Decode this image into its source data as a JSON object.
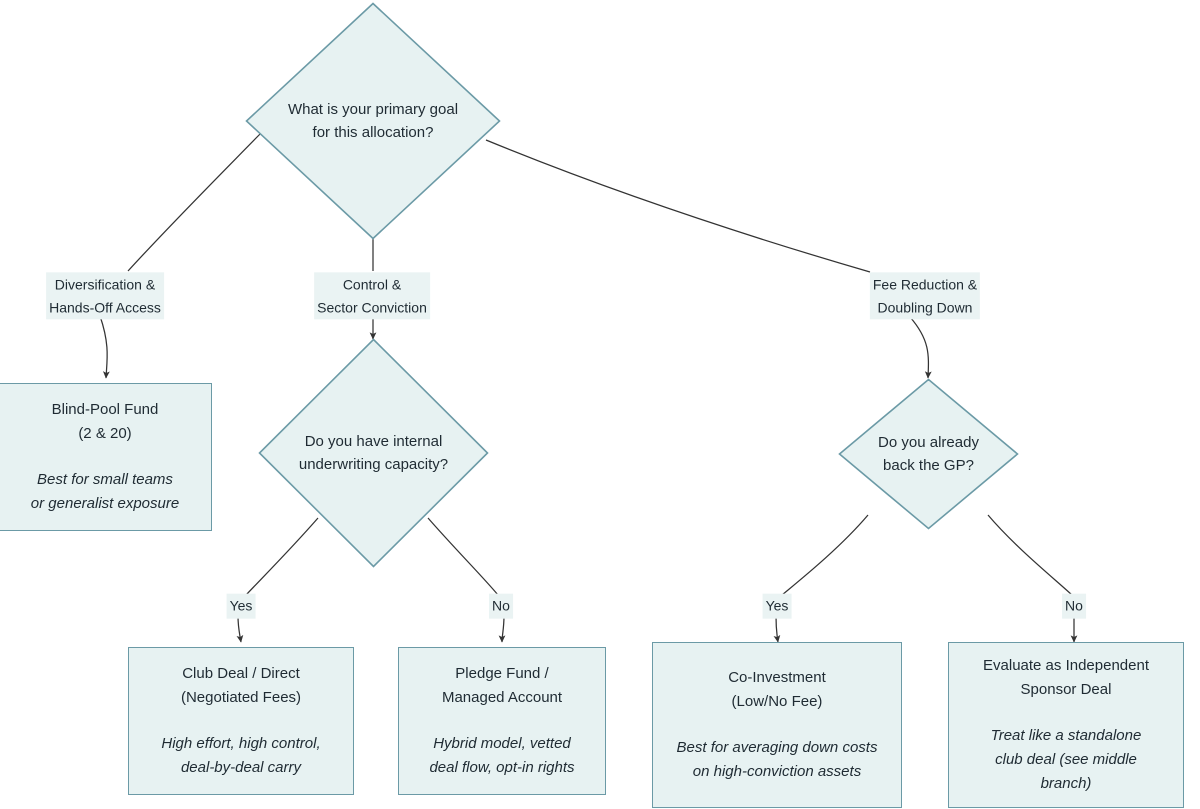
{
  "diagram": {
    "type": "decision-tree-flowchart",
    "theme": {
      "node_fill": "#e7f2f2",
      "node_border": "#6b9aa6",
      "edge_color": "#333333",
      "text_color": "#1f2b33",
      "label_background": "#eaf3f3",
      "canvas_background": "#ffffff"
    },
    "nodes": {
      "root_question": {
        "shape": "diamond",
        "text": "What is your primary goal\nfor this allocation?"
      },
      "underwriting_question": {
        "shape": "diamond",
        "text": "Do you have internal\nunderwriting capacity?"
      },
      "back_gp_question": {
        "shape": "diamond",
        "text": "Do you already\nback the GP?"
      },
      "blind_pool_fund": {
        "shape": "rect",
        "title": "Blind-Pool Fund\n(2 & 20)",
        "subtitle": "Best for small teams\nor generalist exposure"
      },
      "club_deal_direct": {
        "shape": "rect",
        "title": "Club Deal / Direct\n(Negotiated Fees)",
        "subtitle": "High effort, high control,\ndeal-by-deal carry"
      },
      "pledge_fund": {
        "shape": "rect",
        "title": "Pledge Fund /\nManaged Account",
        "subtitle": "Hybrid model, vetted\ndeal flow, opt-in rights"
      },
      "co_investment": {
        "shape": "rect",
        "title": "Co-Investment\n(Low/No Fee)",
        "subtitle": "Best for averaging down costs\non high-conviction assets"
      },
      "independent_sponsor": {
        "shape": "rect",
        "title": "Evaluate as Independent\nSponsor Deal",
        "subtitle": "Treat like a standalone\nclub deal (see middle\nbranch)"
      }
    },
    "edge_labels": {
      "root_to_blind_pool": "Diversification &\nHands-Off Access",
      "root_to_underwriting": "Control &\nSector Conviction",
      "root_to_back_gp": "Fee Reduction &\nDoubling Down",
      "underwriting_yes": "Yes",
      "underwriting_no": "No",
      "back_gp_yes": "Yes",
      "back_gp_no": "No"
    }
  }
}
